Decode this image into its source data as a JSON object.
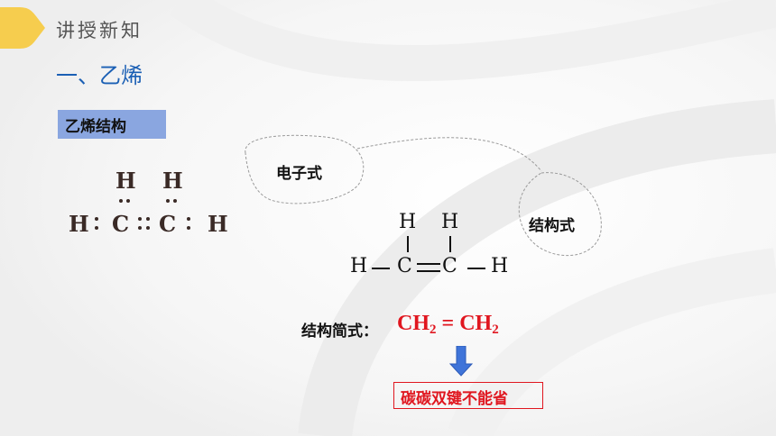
{
  "header": {
    "title": "讲授新知",
    "accent_color": "#f6cd4e"
  },
  "section": {
    "heading": "一、乙烯",
    "color": "#1a5fb4"
  },
  "tag": {
    "label": "乙烯结构",
    "color": "#8aa6e0"
  },
  "electron_formula": {
    "top_h": [
      "H",
      "H"
    ],
    "row": [
      "H",
      "C",
      "C",
      "H"
    ]
  },
  "bubbles": {
    "electron_label": "电子式",
    "structural_label": "结构式"
  },
  "structural_formula": {
    "top_h": [
      "H",
      "H"
    ],
    "row": [
      "H",
      "C",
      "C",
      "H"
    ],
    "single_bond": "−",
    "double_bond": "="
  },
  "condensed": {
    "label": "结构简式：",
    "part1": "CH",
    "sub1": "2",
    "eq": " = ",
    "part2": "CH",
    "sub2": "2",
    "color": "#e0161f"
  },
  "arrow": {
    "color": "#3f74d9"
  },
  "note": {
    "text": "碳碳双键不能省",
    "color": "#e0161f"
  }
}
